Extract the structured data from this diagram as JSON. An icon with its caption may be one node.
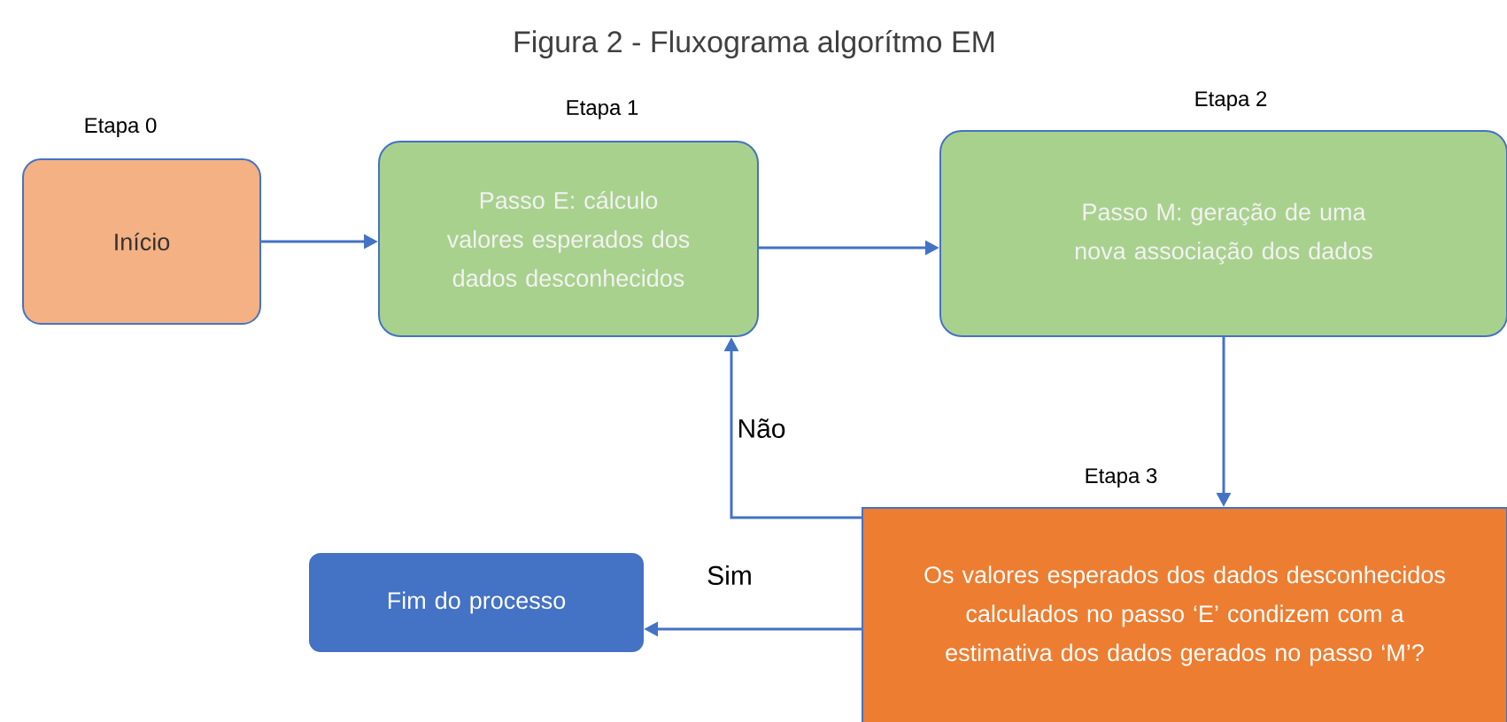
{
  "diagram": {
    "title": "Figura 2 - Fluxograma algorítmo EM",
    "nodes": [
      {
        "text": [
          "Início"
        ],
        "beside": [
          "Etapa 0"
        ]
      },
      {
        "text": [
          "Passo E: cálculo valores esperados dos dados desconhecidos"
        ],
        "beside": [
          "Etapa 1"
        ]
      },
      {
        "text": [
          "Passo M: geração de uma nova associação dos dados"
        ],
        "beside": [
          "Etapa 2"
        ]
      },
      {
        "text": [
          "Os valores esperados dos dados desconhecidos calculados no passo ‘E’ condizem com a estimativa dos dados gerados no passo ‘M’?"
        ],
        "beside": [
          "Etapa 3"
        ]
      },
      {
        "text": [
          "Fim do processo"
        ]
      }
    ],
    "edges": [
      {
        "from": 0,
        "to": 1,
        "arrow": "to"
      },
      {
        "from": 1,
        "to": 2,
        "arrow": "to"
      },
      {
        "from": 2,
        "to": 3,
        "arrow": "to"
      },
      {
        "from": 3,
        "to": 1,
        "arrow": "to",
        "label": "Não"
      },
      {
        "from": 3,
        "to": 4,
        "arrow": "to",
        "label": "Sim"
      }
    ]
  }
}
